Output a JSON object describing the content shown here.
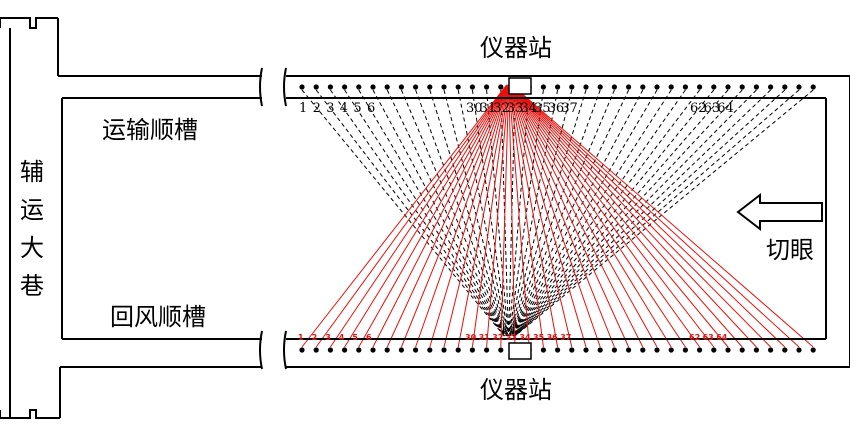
{
  "labels": {
    "instrument_top": "仪器站",
    "instrument_bottom": "仪器站",
    "haulage_gate": "运输顺槽",
    "return_gate": "回风顺槽",
    "main_roadway": [
      "辅",
      "运",
      "大",
      "巷"
    ],
    "cut_eye": "切眼"
  },
  "top_numbers": [
    {
      "text": "1",
      "index": 1
    },
    {
      "text": "2",
      "index": 2
    },
    {
      "text": "3",
      "index": 3
    },
    {
      "text": "4",
      "index": 4
    },
    {
      "text": "5",
      "index": 5
    },
    {
      "text": "6",
      "index": 6
    },
    {
      "text": "30",
      "index": 30
    },
    {
      "text": "31",
      "index": 31
    },
    {
      "text": "32",
      "index": 32
    },
    {
      "text": "33",
      "index": 33
    },
    {
      "text": "34",
      "index": 34
    },
    {
      "text": "35",
      "index": 35
    },
    {
      "text": "36",
      "index": 36
    },
    {
      "text": "37",
      "index": 37
    },
    {
      "text": "62",
      "index": 62
    },
    {
      "text": "63",
      "index": 63
    },
    {
      "text": "64",
      "index": 64
    }
  ],
  "bottom_numbers": [
    {
      "text": "1",
      "index": 1
    },
    {
      "text": "2",
      "index": 2
    },
    {
      "text": "3",
      "index": 3
    },
    {
      "text": "4",
      "index": 4
    },
    {
      "text": "5",
      "index": 5
    },
    {
      "text": "6",
      "index": 6
    },
    {
      "text": "30",
      "index": 30
    },
    {
      "text": "31",
      "index": 31
    },
    {
      "text": "32",
      "index": 32
    },
    {
      "text": "33",
      "index": 33
    },
    {
      "text": "34",
      "index": 34
    },
    {
      "text": "35",
      "index": 35
    },
    {
      "text": "36",
      "index": 36
    },
    {
      "text": "37",
      "index": 37
    },
    {
      "text": "62",
      "index": 62
    },
    {
      "text": "63",
      "index": 63
    },
    {
      "text": "64",
      "index": 64
    }
  ],
  "geophones_per_gate": 37,
  "colors": {
    "lines": "#000000",
    "red_rays": "#e8100c",
    "black_rays": "#000000",
    "red_labels": "#e8100c"
  }
}
